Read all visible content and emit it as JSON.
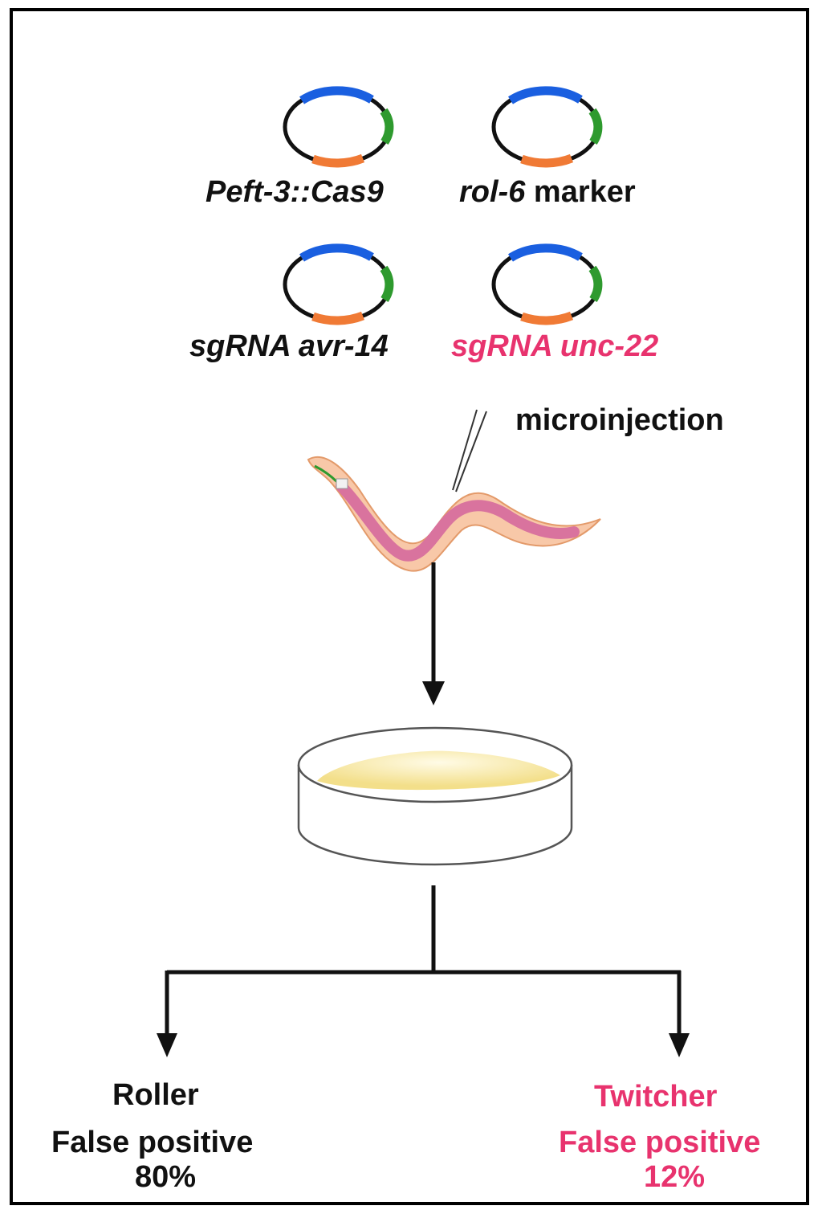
{
  "plasmids": [
    {
      "id": "cas9",
      "label_italic": "Peft-3::Cas9",
      "label_plain": ""
    },
    {
      "id": "rol6",
      "label_italic": "rol-6",
      "label_plain": " marker"
    },
    {
      "id": "avr14",
      "label_italic": "sgRNA avr-14",
      "label_plain": ""
    },
    {
      "id": "unc22",
      "label_italic": "sgRNA unc-22",
      "label_plain": ""
    }
  ],
  "step_label": "microinjection",
  "outcomes": {
    "left": {
      "title": "Roller",
      "line1": "False positive",
      "value": "80%"
    },
    "right": {
      "title": "Twitcher",
      "line1": "False positive",
      "value": "12%"
    }
  },
  "colors": {
    "plasmid_blue": "#1a5fe0",
    "plasmid_green": "#2e9a2e",
    "plasmid_orange": "#f07a35",
    "highlight_pink": "#e8336e",
    "worm_body": "#f8c8a8",
    "worm_gut": "#d9739e",
    "agar_yellow": "#f3df8a"
  }
}
